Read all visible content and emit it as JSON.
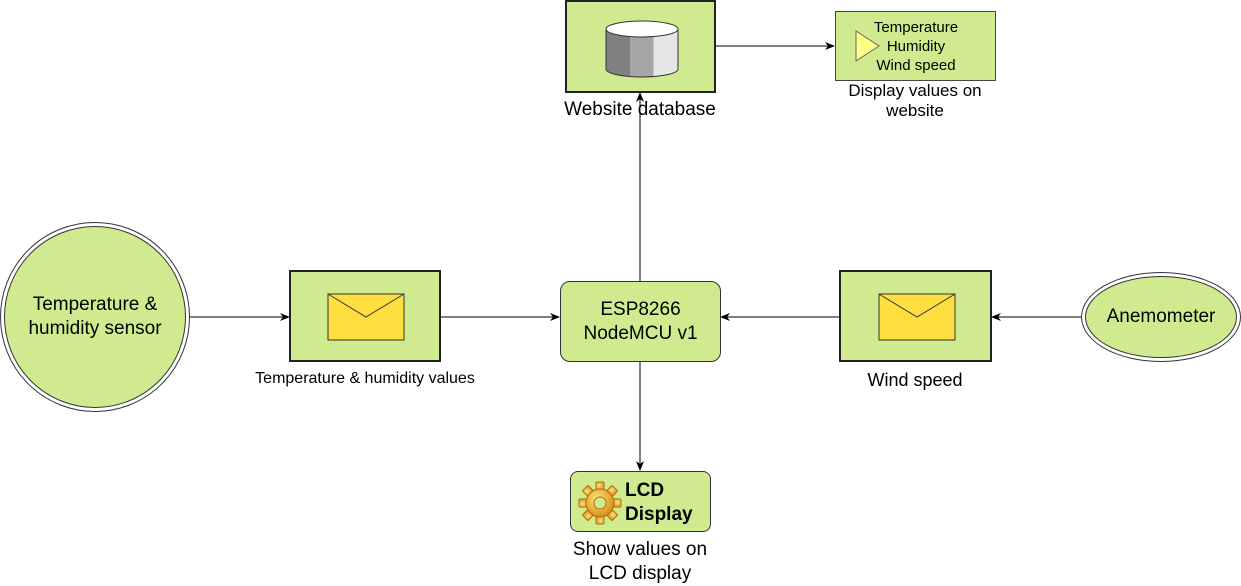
{
  "nodes": {
    "sensor": {
      "label": "Temperature &\nhumidity sensor"
    },
    "esp": {
      "label": "ESP8266\nNodeMCU v1"
    },
    "anemometer": {
      "label": "Anemometer"
    },
    "lcd": {
      "label": "LCD\nDisplay"
    },
    "display_box": {
      "lines": [
        "Temperature",
        "Humidity",
        "Wind speed"
      ]
    }
  },
  "captions": {
    "temp_values": "Temperature & humidity values",
    "wind_speed": "Wind speed",
    "database": "Website database",
    "display_website": "Display values on\nwebsite",
    "lcd_caption": "Show values on\nLCD display"
  },
  "colors": {
    "node_fill": "#d0eb8f",
    "envelope_fill": "#ffdf40",
    "cylinder_dark": "#808080",
    "cylinder_light": "#e6e6e6",
    "triangle_fill": "#ffff88"
  },
  "icons": {
    "message": "envelope-icon",
    "database": "database-cylinder-icon",
    "lcd": "gear-icon",
    "display": "play-triangle-icon"
  }
}
